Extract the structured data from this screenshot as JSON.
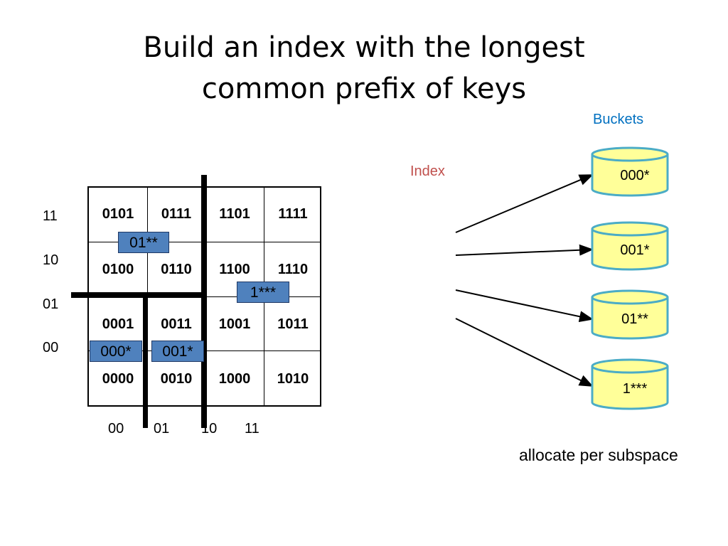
{
  "title": {
    "line1": "Build an index with the longest",
    "line2": "common prefix of keys"
  },
  "grid": {
    "rows": [
      [
        "0101",
        "0111",
        "1101",
        "1111"
      ],
      [
        "0100",
        "0110",
        "1100",
        "1110"
      ],
      [
        "0001",
        "0011",
        "1001",
        "1011"
      ],
      [
        "0000",
        "0010",
        "1000",
        "1010"
      ]
    ],
    "y_labels": [
      "11",
      "10",
      "01",
      "00"
    ],
    "x_labels": [
      "00",
      "01",
      "10",
      "11"
    ]
  },
  "regions": [
    "01**",
    "1***",
    "000*",
    "001*"
  ],
  "index_label": "Index",
  "buckets_label": "Buckets",
  "buckets": [
    "000*",
    "001*",
    "01**",
    "1***"
  ],
  "caption": "allocate per subspace",
  "colors": {
    "region_fill": "#4f81bd",
    "bucket_fill": "#ffff99",
    "bucket_stroke": "#4bacc6",
    "index_label": "#c0504d",
    "buckets_label": "#0070c0"
  }
}
